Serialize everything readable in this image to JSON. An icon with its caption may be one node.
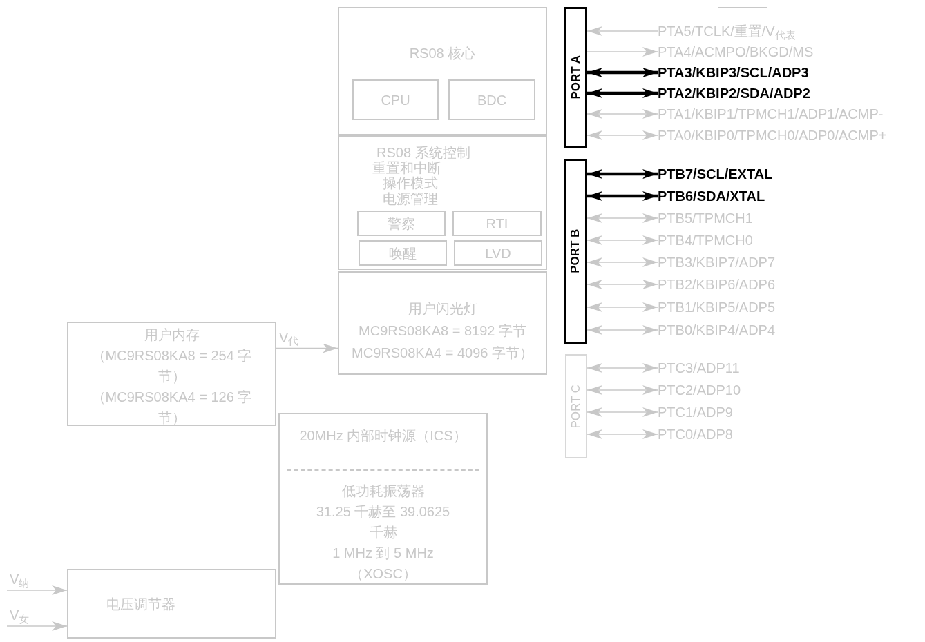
{
  "diagram": {
    "nodes": [
      {
        "text": [
          "RS08 核心"
        ]
      },
      {
        "text": [
          "CPU"
        ],
        "in": 0
      },
      {
        "text": [
          "BDC"
        ],
        "in": 0
      },
      {
        "text": [
          "RS08 系统控制",
          "重置和中断",
          "操作模式",
          "电源管理"
        ]
      },
      {
        "text": [
          "警察"
        ],
        "in": 3
      },
      {
        "text": [
          "RTI"
        ],
        "in": 3
      },
      {
        "text": [
          "唤醒"
        ],
        "in": 3
      },
      {
        "text": [
          "LVD"
        ],
        "in": 3
      },
      {
        "text": [
          "用户闪光灯",
          "MC9RS08KA8 = 8192 字节",
          "MC9RS08KA4 = 4096 字节）"
        ]
      },
      {
        "text": [
          "用户内存",
          "（MC9RS08KA8 = 254 字节）",
          "（MC9RS08KA4 = 126 字节）"
        ]
      },
      {
        "text": [
          "20MHz 内部时钟源（ICS）",
          "低功耗振荡器",
          "31.25 千赫至 39.0625 千赫",
          "1 MHz 到 5 MHz （XOSC）"
        ]
      },
      {
        "text": [
          "电压调节器"
        ]
      },
      {
        "text": [
          "PORT A"
        ]
      },
      {
        "text": [
          "PORT B"
        ]
      },
      {
        "text": [
          "PORT C"
        ]
      },
      {
        "text": [
          "PTA5/TCLK/重置/V$_{代表}$"
        ]
      },
      {
        "text": [
          "PTA4/ACMPO/BKGD/MS"
        ]
      },
      {
        "text": [
          "PTA3/KBIP3/SCL/ADP3"
        ]
      },
      {
        "text": [
          "PTA2/KBIP2/SDA/ADP2"
        ]
      },
      {
        "text": [
          "PTA1/KBIP1/TPMCH1/ADP1/ACMP-"
        ]
      },
      {
        "text": [
          "PTA0/KBIP0/TPMCH0/ADP0/ACMP+"
        ]
      },
      {
        "text": [
          "PTB7/SCL/EXTAL"
        ]
      },
      {
        "text": [
          "PTB6/SDA/XTAL"
        ]
      },
      {
        "text": [
          "PTB5/TPMCH1"
        ]
      },
      {
        "text": [
          "PTB4/TPMCH0"
        ]
      },
      {
        "text": [
          "PTB3/KBIP7/ADP7"
        ]
      },
      {
        "text": [
          "PTB2/KBIP6/ADP6"
        ]
      },
      {
        "text": [
          "PTB1/KBIP5/ADP5"
        ]
      },
      {
        "text": [
          "PTB0/KBIP4/ADP4"
        ]
      },
      {
        "text": [
          "PTC3/ADP11"
        ]
      },
      {
        "text": [
          "PTC2/ADP10"
        ]
      },
      {
        "text": [
          "PTC1/ADP9"
        ]
      },
      {
        "text": [
          "PTC0/ADP8"
        ]
      }
    ],
    "edges": [
      {
        "from": 15,
        "to": 12,
        "arrow": "to"
      },
      {
        "from": 12,
        "to": 16,
        "arrow": "to"
      },
      {
        "from": 12,
        "to": 17,
        "arrow": "both",
        "style": "thick",
        "color": "#000000"
      },
      {
        "from": 12,
        "to": 18,
        "arrow": "both",
        "style": "thick",
        "color": "#000000"
      },
      {
        "from": 12,
        "to": 19,
        "arrow": "both"
      },
      {
        "from": 12,
        "to": 20,
        "arrow": "both"
      },
      {
        "from": 13,
        "to": 21,
        "arrow": "both",
        "style": "thick",
        "color": "#000000"
      },
      {
        "from": 13,
        "to": 22,
        "arrow": "both",
        "style": "thick",
        "color": "#000000"
      },
      {
        "from": 13,
        "to": 23,
        "arrow": "both"
      },
      {
        "from": 13,
        "to": 24,
        "arrow": "both"
      },
      {
        "from": 13,
        "to": 25,
        "arrow": "both"
      },
      {
        "from": 13,
        "to": 26,
        "arrow": "both"
      },
      {
        "from": 13,
        "to": 27,
        "arrow": "both"
      },
      {
        "from": 13,
        "to": 28,
        "arrow": "both"
      },
      {
        "from": 14,
        "to": 29,
        "arrow": "both"
      },
      {
        "from": 14,
        "to": 30,
        "arrow": "both"
      },
      {
        "from": 14,
        "to": 31,
        "arrow": "both"
      },
      {
        "from": 14,
        "to": 32,
        "arrow": "both"
      },
      {
        "from": 9,
        "to": 8,
        "arrow": "to",
        "label": "V$_{代}$"
      },
      {
        "from": null,
        "to": 11,
        "arrow": "to",
        "label": "V$_{纳}$"
      },
      {
        "from": null,
        "to": 11,
        "arrow": "to",
        "label": "V$_{女}$"
      }
    ]
  }
}
